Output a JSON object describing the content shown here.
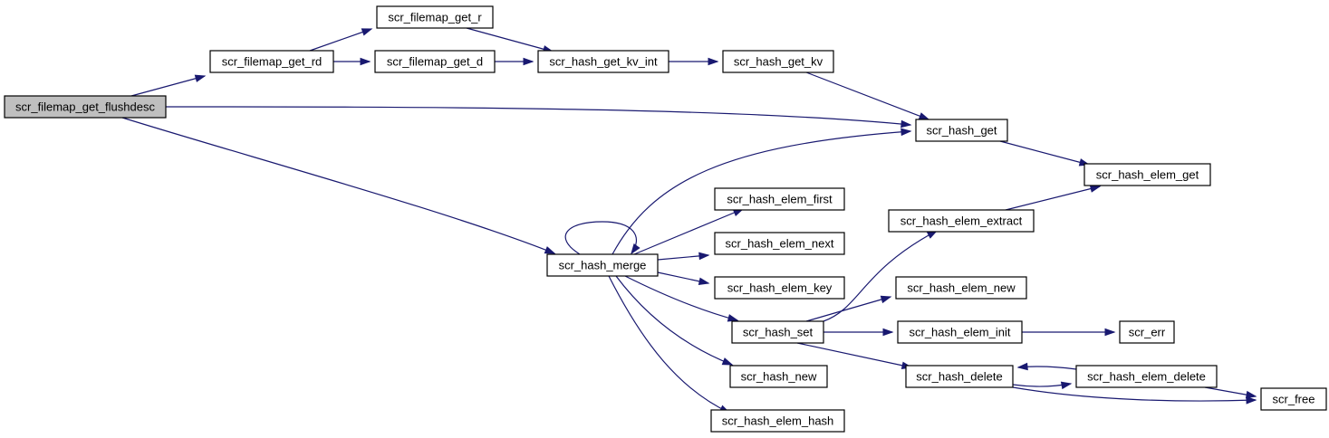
{
  "colors": {
    "edge": "#191970",
    "root_fill": "#bfbfbf",
    "node_fill": "#ffffff",
    "node_border": "#000000"
  },
  "nodes": {
    "flushdesc": "scr_filemap_get_flushdesc",
    "get_rd": "scr_filemap_get_rd",
    "get_r": "scr_filemap_get_r",
    "get_d": "scr_filemap_get_d",
    "kv_int": "scr_hash_get_kv_int",
    "get_kv": "scr_hash_get_kv",
    "hash_get": "scr_hash_get",
    "elem_get": "scr_hash_elem_get",
    "elem_first": "scr_hash_elem_first",
    "elem_extract": "scr_hash_elem_extract",
    "elem_next": "scr_hash_elem_next",
    "merge": "scr_hash_merge",
    "elem_key": "scr_hash_elem_key",
    "elem_new": "scr_hash_elem_new",
    "hash_set": "scr_hash_set",
    "elem_init": "scr_hash_elem_init",
    "err": "scr_err",
    "hash_delete": "scr_hash_delete",
    "elem_delete": "scr_hash_elem_delete",
    "hash_new": "scr_hash_new",
    "free": "scr_free",
    "elem_hash": "scr_hash_elem_hash"
  },
  "edges": [
    [
      "flushdesc",
      "get_rd"
    ],
    [
      "flushdesc",
      "hash_get"
    ],
    [
      "flushdesc",
      "merge"
    ],
    [
      "get_rd",
      "get_r"
    ],
    [
      "get_rd",
      "get_d"
    ],
    [
      "get_r",
      "kv_int"
    ],
    [
      "get_d",
      "kv_int"
    ],
    [
      "kv_int",
      "get_kv"
    ],
    [
      "get_kv",
      "hash_get"
    ],
    [
      "hash_get",
      "elem_get"
    ],
    [
      "elem_extract",
      "elem_get"
    ],
    [
      "merge",
      "merge"
    ],
    [
      "merge",
      "hash_get"
    ],
    [
      "merge",
      "elem_first"
    ],
    [
      "merge",
      "elem_next"
    ],
    [
      "merge",
      "elem_key"
    ],
    [
      "merge",
      "hash_set"
    ],
    [
      "merge",
      "hash_new"
    ],
    [
      "merge",
      "elem_hash"
    ],
    [
      "hash_set",
      "elem_extract"
    ],
    [
      "hash_set",
      "elem_new"
    ],
    [
      "hash_set",
      "elem_init"
    ],
    [
      "hash_set",
      "hash_delete"
    ],
    [
      "elem_init",
      "err"
    ],
    [
      "hash_delete",
      "elem_delete"
    ],
    [
      "hash_delete",
      "free"
    ],
    [
      "elem_delete",
      "hash_delete"
    ],
    [
      "elem_delete",
      "free"
    ]
  ]
}
